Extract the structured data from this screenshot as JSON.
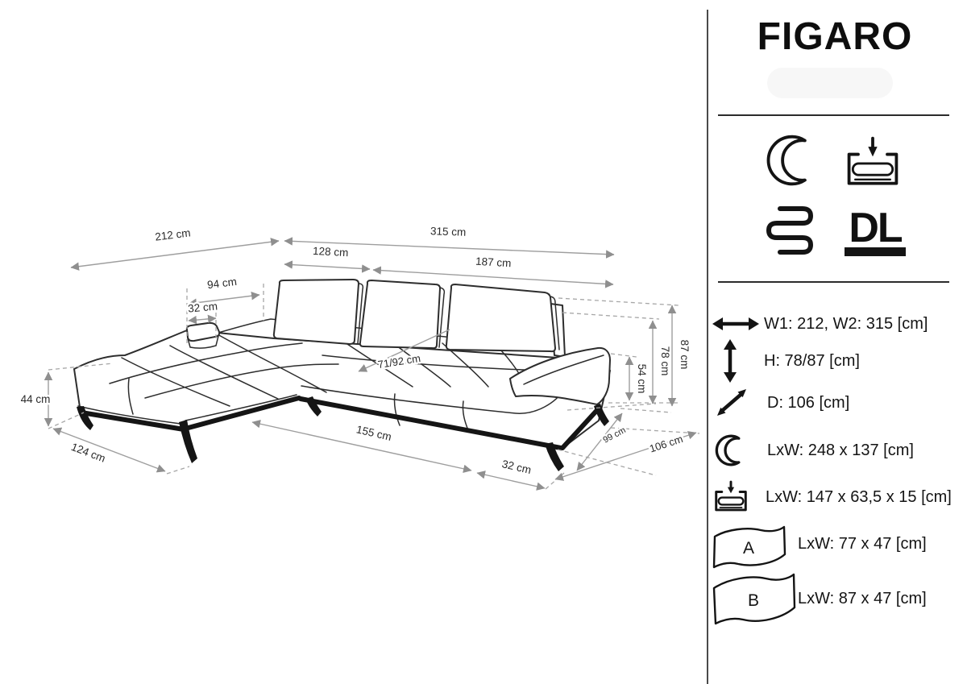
{
  "product": {
    "title": "FIGARO"
  },
  "panel": {
    "dl_label": "DL",
    "feature_icons": [
      "sleep-function-moon-icon",
      "bedding-storage-box-icon",
      "spring-suspension-icon",
      "dl-logo"
    ],
    "specs": [
      {
        "icon": "width-arrow-icon",
        "text": "W1: 212, W2: 315 [cm]"
      },
      {
        "icon": "height-arrow-icon",
        "text": "H: 78/87 [cm]"
      },
      {
        "icon": "depth-arrow-icon",
        "text": "D: 106 [cm]"
      },
      {
        "icon": "sleeping-area-moon-icon",
        "text": "LxW: 248 x 137 [cm]"
      },
      {
        "icon": "storage-box-icon",
        "text": "LxW: 147 x 63,5 x 15 [cm]"
      },
      {
        "icon": "pillow-a-icon",
        "letter": "A",
        "text": "LxW: 77 x 47 [cm]"
      },
      {
        "icon": "pillow-b-icon",
        "letter": "B",
        "text": "LxW: 87 x 47 [cm]"
      }
    ]
  },
  "diagram": {
    "dims": {
      "w212": "212 cm",
      "w315": "315 cm",
      "w128": "128 cm",
      "w187": "187 cm",
      "w94": "94 cm",
      "w32_top": "32 cm",
      "h44": "44 cm",
      "w124": "124 cm",
      "w155": "155 cm",
      "w32_bottom": "32 cm",
      "d99": "99 cm",
      "d106": "106 cm",
      "h54": "54 cm",
      "h78": "78 cm",
      "h87": "87 cm",
      "seat_depth": "71/92 cm"
    }
  }
}
